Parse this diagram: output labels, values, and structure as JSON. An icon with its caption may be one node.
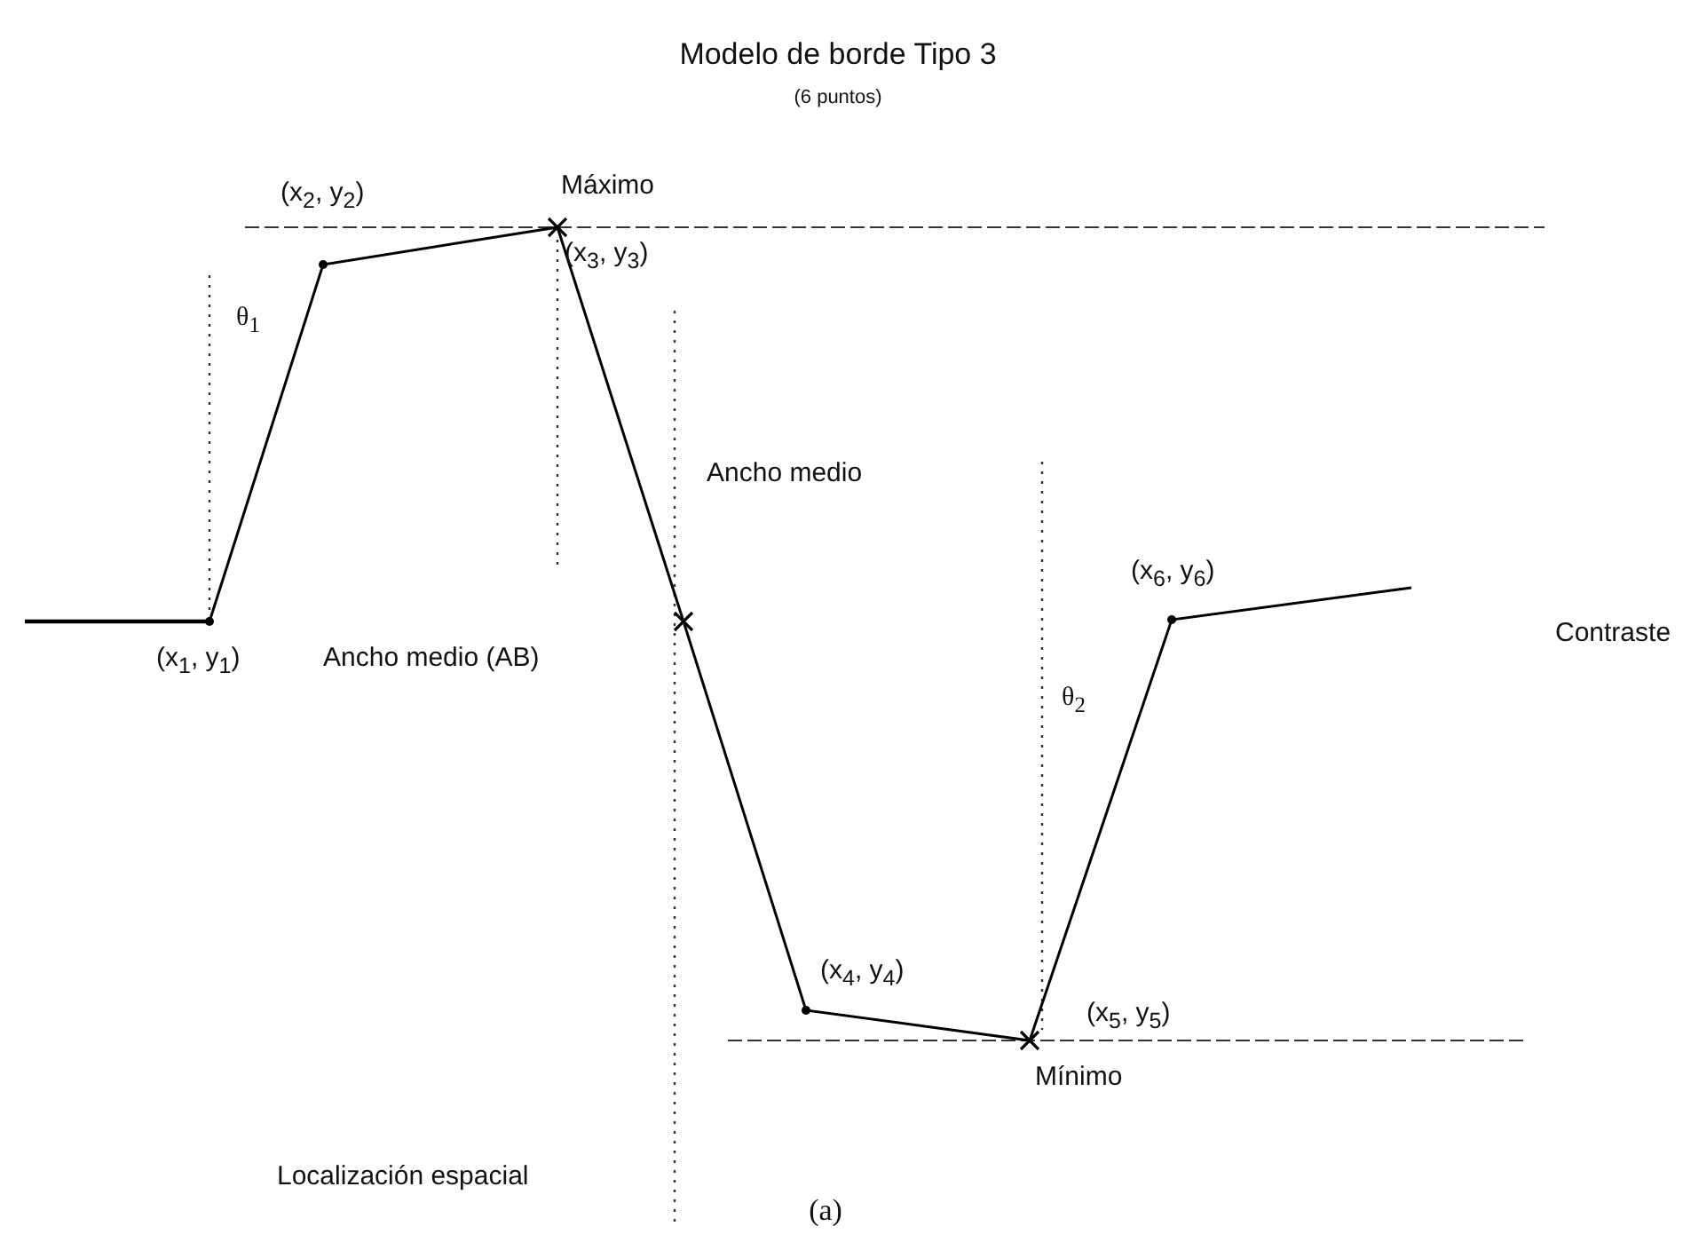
{
  "diagram": {
    "title": "Modelo de borde Tipo 3",
    "caption": "(a)",
    "labels": [
      "(6 puntos)",
      "(x$_{2}$, y$_{2}$)",
      "Máximo",
      "(x$_{3}$, y$_{3}$)",
      "θ$_{1}$",
      "Ancho medio",
      "(x$_{6}$, y$_{6}$)",
      "Contraste",
      "(x$_{1}$, y$_{1}$)",
      "Ancho medio (AB)",
      "θ$_{2}$",
      "(x$_{4}$, y$_{4}$)",
      "(x$_{5}$, y$_{5}$)",
      "Mínimo",
      "Localización espacial"
    ]
  }
}
